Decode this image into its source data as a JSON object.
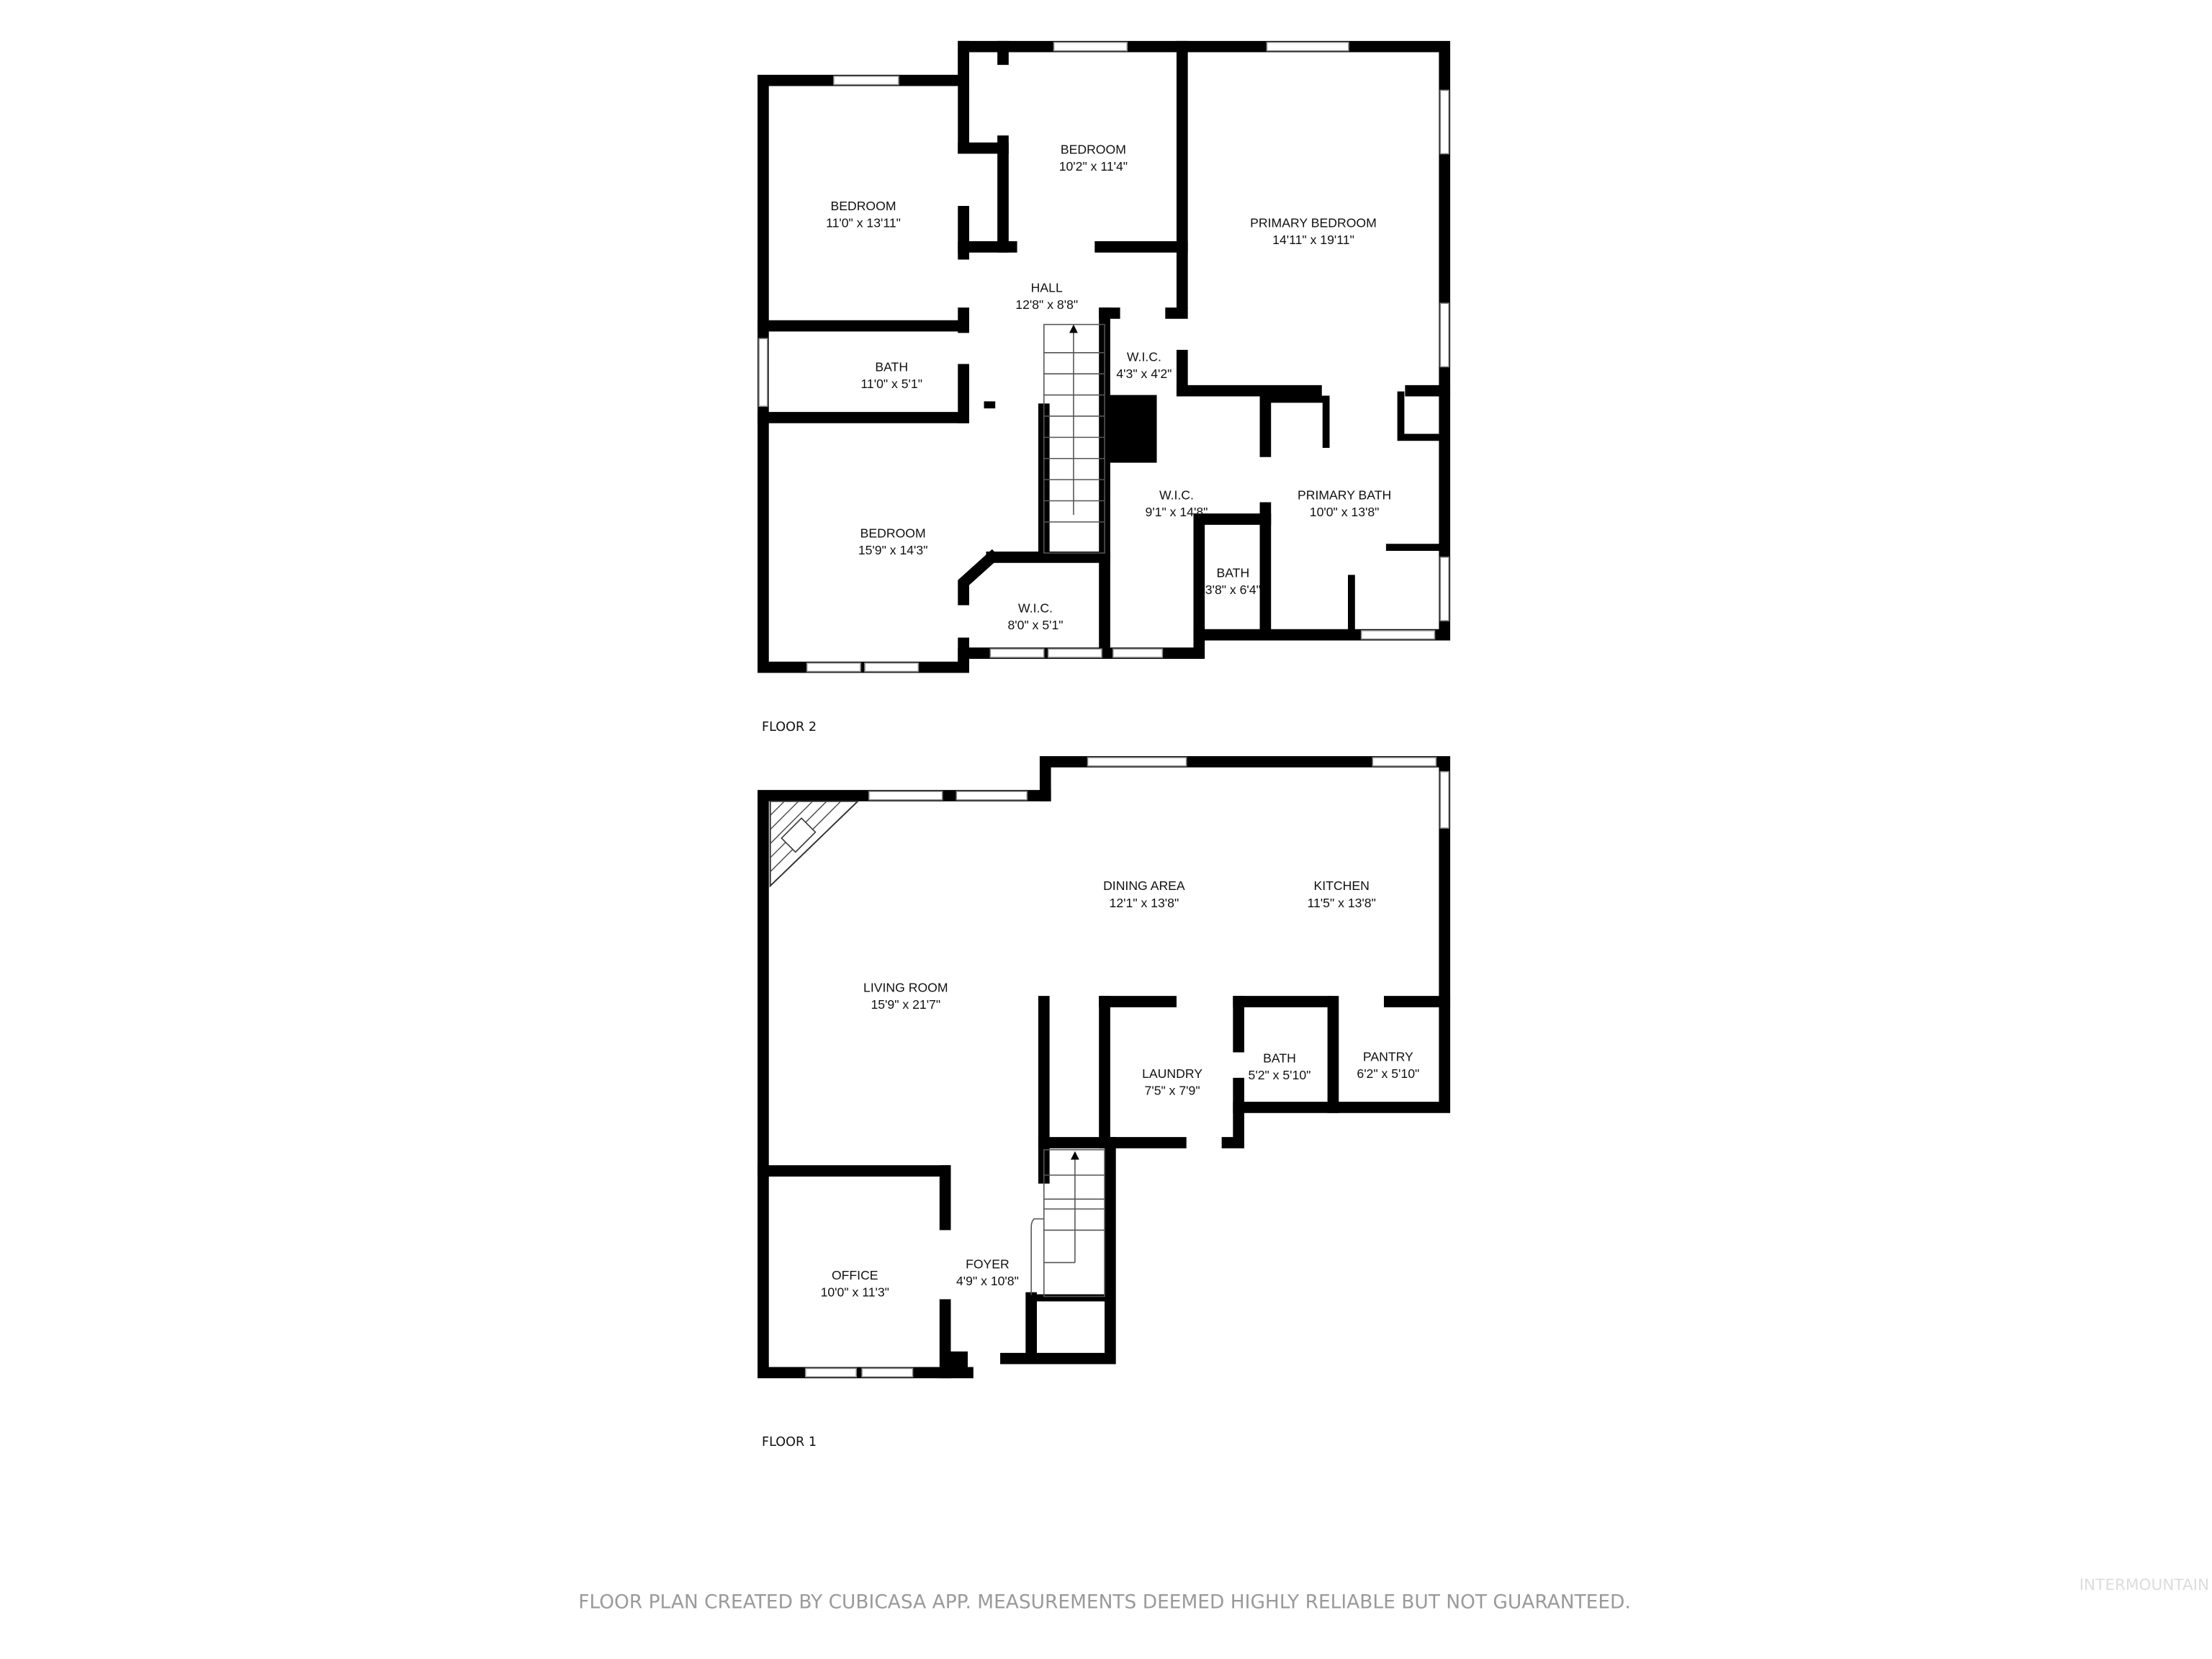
{
  "floor2": {
    "label": "FLOOR 2",
    "rooms": [
      {
        "name": "BEDROOM",
        "dims": "11'0\" x 13'11\""
      },
      {
        "name": "BEDROOM",
        "dims": "10'2\" x 11'4\""
      },
      {
        "name": "PRIMARY BEDROOM",
        "dims": "14'11\" x 19'11\""
      },
      {
        "name": "HALL",
        "dims": "12'8\" x 8'8\""
      },
      {
        "name": "BATH",
        "dims": "11'0\" x 5'1\""
      },
      {
        "name": "W.I.C.",
        "dims": "4'3\" x 4'2\""
      },
      {
        "name": "W.I.C.",
        "dims": "9'1\" x 14'8\""
      },
      {
        "name": "PRIMARY BATH",
        "dims": "10'0\" x 13'8\""
      },
      {
        "name": "BEDROOM",
        "dims": "15'9\" x 14'3\""
      },
      {
        "name": "BATH",
        "dims": "3'8\" x 6'4\""
      },
      {
        "name": "W.I.C.",
        "dims": "8'0\" x 5'1\""
      }
    ]
  },
  "floor1": {
    "label": "FLOOR 1",
    "rooms": [
      {
        "name": "DINING AREA",
        "dims": "12'1\" x 13'8\""
      },
      {
        "name": "KITCHEN",
        "dims": "11'5\" x 13'8\""
      },
      {
        "name": "LIVING ROOM",
        "dims": "15'9\" x 21'7\""
      },
      {
        "name": "LAUNDRY",
        "dims": "7'5\" x 7'9\""
      },
      {
        "name": "BATH",
        "dims": "5'2\" x 5'10\""
      },
      {
        "name": "PANTRY",
        "dims": "6'2\" x 5'10\""
      },
      {
        "name": "OFFICE",
        "dims": "10'0\" x 11'3\""
      },
      {
        "name": "FOYER",
        "dims": "4'9\" x 10'8\""
      }
    ]
  },
  "footer": "FLOOR PLAN CREATED BY CUBICASA APP. MEASUREMENTS DEEMED HIGHLY RELIABLE BUT NOT GUARANTEED.",
  "watermark": "INTERMOUNTAIN"
}
